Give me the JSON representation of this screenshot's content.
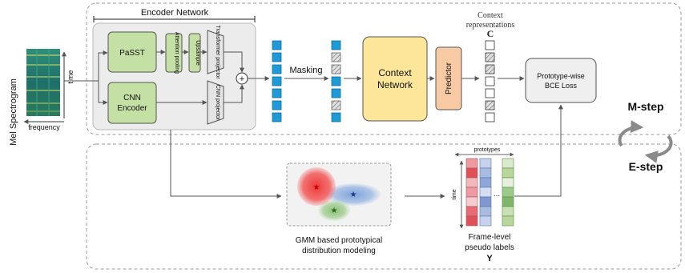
{
  "input": {
    "side_label": "Mel Spectrogram",
    "time_axis": "time",
    "frequency_axis": "frequency"
  },
  "encoder": {
    "title": "Encoder Network",
    "passt": "PaSST",
    "attention_pooling": "Attention pooling",
    "upsample": "Upsample",
    "transformer_projector": "Transformer projector",
    "cnn_encoder_line1": "CNN",
    "cnn_encoder_line2": "Encoder",
    "cnn_projector": "CNN projector",
    "sum_symbol": "+"
  },
  "masking_label": "Masking",
  "context_network": {
    "line1": "Context",
    "line2": "Network"
  },
  "predictor": "Predictor",
  "context_representations": {
    "line1": "Context",
    "line2": "representations",
    "symbol": "C"
  },
  "loss": {
    "line1": "Prototype-wise",
    "line2": "BCE Loss"
  },
  "em": {
    "m_step": "M-step",
    "e_step": "E-step"
  },
  "gmm": {
    "line1": "GMM based prototypical",
    "line2": "distribution modeling",
    "star": "★"
  },
  "pseudo_labels": {
    "prototypes": "prototypes",
    "time": "time",
    "ellipsis": "...",
    "line1": "Frame-level",
    "line2": "pseudo labels",
    "symbol": "Y"
  },
  "colors": {
    "green_block": "#c5e0a5",
    "blue_frame": "#1e9ad6",
    "context_network": "#fde699",
    "predictor": "#f8cba4",
    "loss_box": "#efefef",
    "encoder_panel": "#ececec",
    "red_cluster": "#f04a4a",
    "blue_cluster": "#7fa6dc",
    "green_cluster": "#8cc27a",
    "label_red": "#e99aa0",
    "label_blue": "#a9bce0",
    "label_green": "#b7d79b"
  }
}
